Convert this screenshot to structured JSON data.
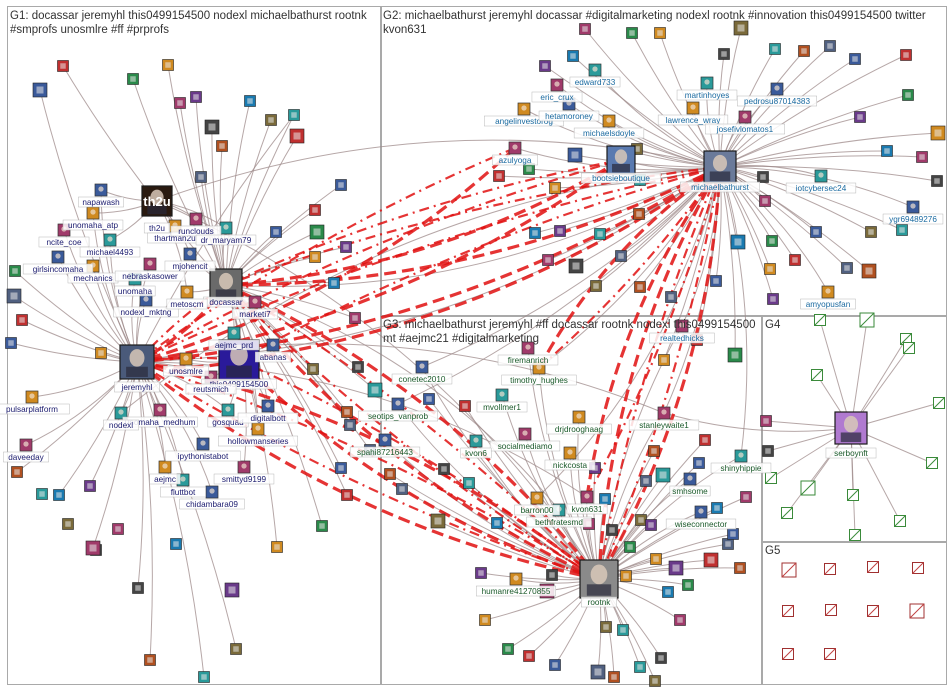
{
  "groups": {
    "g1": {
      "title": "G1: docassar jeremyhl this0499154500 nodexl michaelbathurst rootnk #smprofs unosmlre #ff #prprofs"
    },
    "g2": {
      "title": "G2: michaelbathurst jeremyhl docassar #digitalmarketing nodexl rootnk #innovation this0499154500 twitter kvon631"
    },
    "g3": {
      "title": "G3: michaelbathurst jeremyhl #ff docassar rootnk nodexl this0499154500 mt #aejmc21 #digitalmarketing"
    },
    "g4": {
      "title": "G4"
    },
    "g5": {
      "title": "G5"
    }
  },
  "colors": {
    "edge": "#9e8a8a",
    "edge_strong": "#e01010",
    "label_g1": "#1a1a6e",
    "label_g2": "#1a6aa0",
    "label_g3": "#1a5a2a",
    "label_g4": "#1a5a2a"
  },
  "nodes": [
    {
      "id": "jeremyhl",
      "label": "jeremyhl",
      "group": "g1",
      "hub": true,
      "color": "#4a5a7a"
    },
    {
      "id": "th2u",
      "label": "th2u",
      "group": "g1",
      "hub": true,
      "color": "#2a1a10",
      "text": "th2u"
    },
    {
      "id": "docassar",
      "label": "docassar",
      "group": "g1",
      "hub": true,
      "color": "#6a6a6a"
    },
    {
      "id": "this0499154500",
      "label": "this0499154500",
      "group": "g1",
      "hub": true,
      "color": "#2a1a9a"
    },
    {
      "id": "napawash",
      "label": "napawash",
      "group": "g1"
    },
    {
      "id": "unomaha_atp",
      "label": "unomaha_atp",
      "group": "g1"
    },
    {
      "id": "ncite_coe",
      "label": "ncite_coe",
      "group": "g1"
    },
    {
      "id": "michael449",
      "label": "michael4493",
      "group": "g1"
    },
    {
      "id": "girlsincomaha",
      "label": "girlsincomaha",
      "group": "g1"
    },
    {
      "id": "mechanics",
      "label": "mechanics",
      "group": "g1"
    },
    {
      "id": "nebraskasower",
      "label": "nebraskasower",
      "group": "g1"
    },
    {
      "id": "unomaha",
      "label": "unomaha",
      "group": "g1"
    },
    {
      "id": "nodexl_mktng",
      "label": "nodexl_mktng",
      "group": "g1"
    },
    {
      "id": "thartman2u",
      "label": "thartman2u",
      "group": "g1"
    },
    {
      "id": "runclouds",
      "label": "runclouds",
      "group": "g1"
    },
    {
      "id": "dr_maryam79",
      "label": "dr_maryam79",
      "group": "g1"
    },
    {
      "id": "mjohencit",
      "label": "mjohencit",
      "group": "g1"
    },
    {
      "id": "metoscm",
      "label": "metoscm",
      "group": "g1"
    },
    {
      "id": "marketi7",
      "label": "marketi7",
      "group": "g1"
    },
    {
      "id": "aejmc_prd",
      "label": "aejmc_prd",
      "group": "g1"
    },
    {
      "id": "abanas",
      "label": "abanas",
      "group": "g1"
    },
    {
      "id": "unosmlre",
      "label": "unosmlre",
      "group": "g1"
    },
    {
      "id": "reutsmich",
      "label": "reutsmich",
      "group": "g1"
    },
    {
      "id": "gosquad",
      "label": "gosquad",
      "group": "g1"
    },
    {
      "id": "digitalbott",
      "label": "digitalbott",
      "group": "g1"
    },
    {
      "id": "hollowmanseries",
      "label": "hollowmanseries",
      "group": "g1"
    },
    {
      "id": "unomaha_medhum",
      "label": "unomaha_medhum",
      "group": "g1"
    },
    {
      "id": "nodexl",
      "label": "nodexl",
      "group": "g1"
    },
    {
      "id": "ipythonistabot",
      "label": "ipythonistabot",
      "group": "g1"
    },
    {
      "id": "aejmc",
      "label": "aejmc",
      "group": "g1"
    },
    {
      "id": "smittyd9199",
      "label": "smittyd9199",
      "group": "g1"
    },
    {
      "id": "fluttbot",
      "label": "fluttbot",
      "group": "g1"
    },
    {
      "id": "chidambara09",
      "label": "chidambara09",
      "group": "g1"
    },
    {
      "id": "pulsarplatform",
      "label": "pulsarplatform",
      "group": "g1"
    },
    {
      "id": "daveeday",
      "label": "daveeday",
      "group": "g1"
    },
    {
      "id": "michaelbathurst",
      "label": "michaelbathurst",
      "group": "g2",
      "hub": true,
      "color": "#6a7a9a"
    },
    {
      "id": "bootsieboutique",
      "label": "bootsieboutique",
      "group": "g2",
      "hub": true,
      "color": "#5a7ab0"
    },
    {
      "id": "angelinvestorog",
      "label": "angelinvestorog",
      "group": "g2"
    },
    {
      "id": "eric_crux",
      "label": "eric_crux",
      "group": "g2"
    },
    {
      "id": "edward733",
      "label": "edward733",
      "group": "g2"
    },
    {
      "id": "hetamoroney",
      "label": "hetamoroney",
      "group": "g2"
    },
    {
      "id": "michaelsdoyle",
      "label": "michaelsdoyle",
      "group": "g2"
    },
    {
      "id": "azulyoga",
      "label": "azulyoga",
      "group": "g2"
    },
    {
      "id": "martinhoyes",
      "label": "martinhoyes",
      "group": "g2"
    },
    {
      "id": "pedrosu87014383",
      "label": "pedrosu87014383",
      "group": "g2"
    },
    {
      "id": "lawrence_wray",
      "label": "lawrence_wray",
      "group": "g2"
    },
    {
      "id": "josefivlomatos1",
      "label": "josefivlomatos1",
      "group": "g2"
    },
    {
      "id": "iotcybersec24",
      "label": "iotcybersec24",
      "group": "g2"
    },
    {
      "id": "ygr69489276",
      "label": "ygr69489276",
      "group": "g2"
    },
    {
      "id": "amyopusfan",
      "label": "amyopusfan",
      "group": "g2"
    },
    {
      "id": "realtedhicks",
      "label": "realtedhicks",
      "group": "g2"
    },
    {
      "id": "rootnk",
      "label": "rootnk",
      "group": "g3",
      "hub": true,
      "color": "#8a8a8a"
    },
    {
      "id": "conetec2010",
      "label": "conetec2010",
      "group": "g3"
    },
    {
      "id": "timothy_hughes",
      "label": "timothy_hughes",
      "group": "g3"
    },
    {
      "id": "firemanrich",
      "label": "firemanrich",
      "group": "g3"
    },
    {
      "id": "mvollmer1",
      "label": "mvollmer1",
      "group": "g3"
    },
    {
      "id": "seotips_vanprob",
      "label": "seotips_vanprob",
      "group": "g3"
    },
    {
      "id": "drjdrooghaag",
      "label": "drjdrooghaag",
      "group": "g3"
    },
    {
      "id": "socialmediamo",
      "label": "socialmediamo",
      "group": "g3"
    },
    {
      "id": "kvon6",
      "label": "kvon6",
      "group": "g3"
    },
    {
      "id": "spahi87216443",
      "label": "spahi87216443",
      "group": "g3"
    },
    {
      "id": "nickcosta",
      "label": "nickcosta",
      "group": "g3"
    },
    {
      "id": "stanleywaite1",
      "label": "stanleywaite1",
      "group": "g3"
    },
    {
      "id": "shinyhippie",
      "label": "shinyhippie",
      "group": "g3"
    },
    {
      "id": "smhsome",
      "label": "smhsome",
      "group": "g3"
    },
    {
      "id": "barron00",
      "label": "barron00",
      "group": "g3"
    },
    {
      "id": "kvon631",
      "label": "kvon631",
      "group": "g3"
    },
    {
      "id": "bethfratesmd",
      "label": "bethfratesmd",
      "group": "g3"
    },
    {
      "id": "wiseconnector",
      "label": "wiseconnector",
      "group": "g3"
    },
    {
      "id": "humanre41270855",
      "label": "humanre41270855",
      "group": "g3"
    },
    {
      "id": "serboynft",
      "label": "serboynft",
      "group": "g4",
      "hub": true,
      "color": "#b07ad0"
    }
  ]
}
